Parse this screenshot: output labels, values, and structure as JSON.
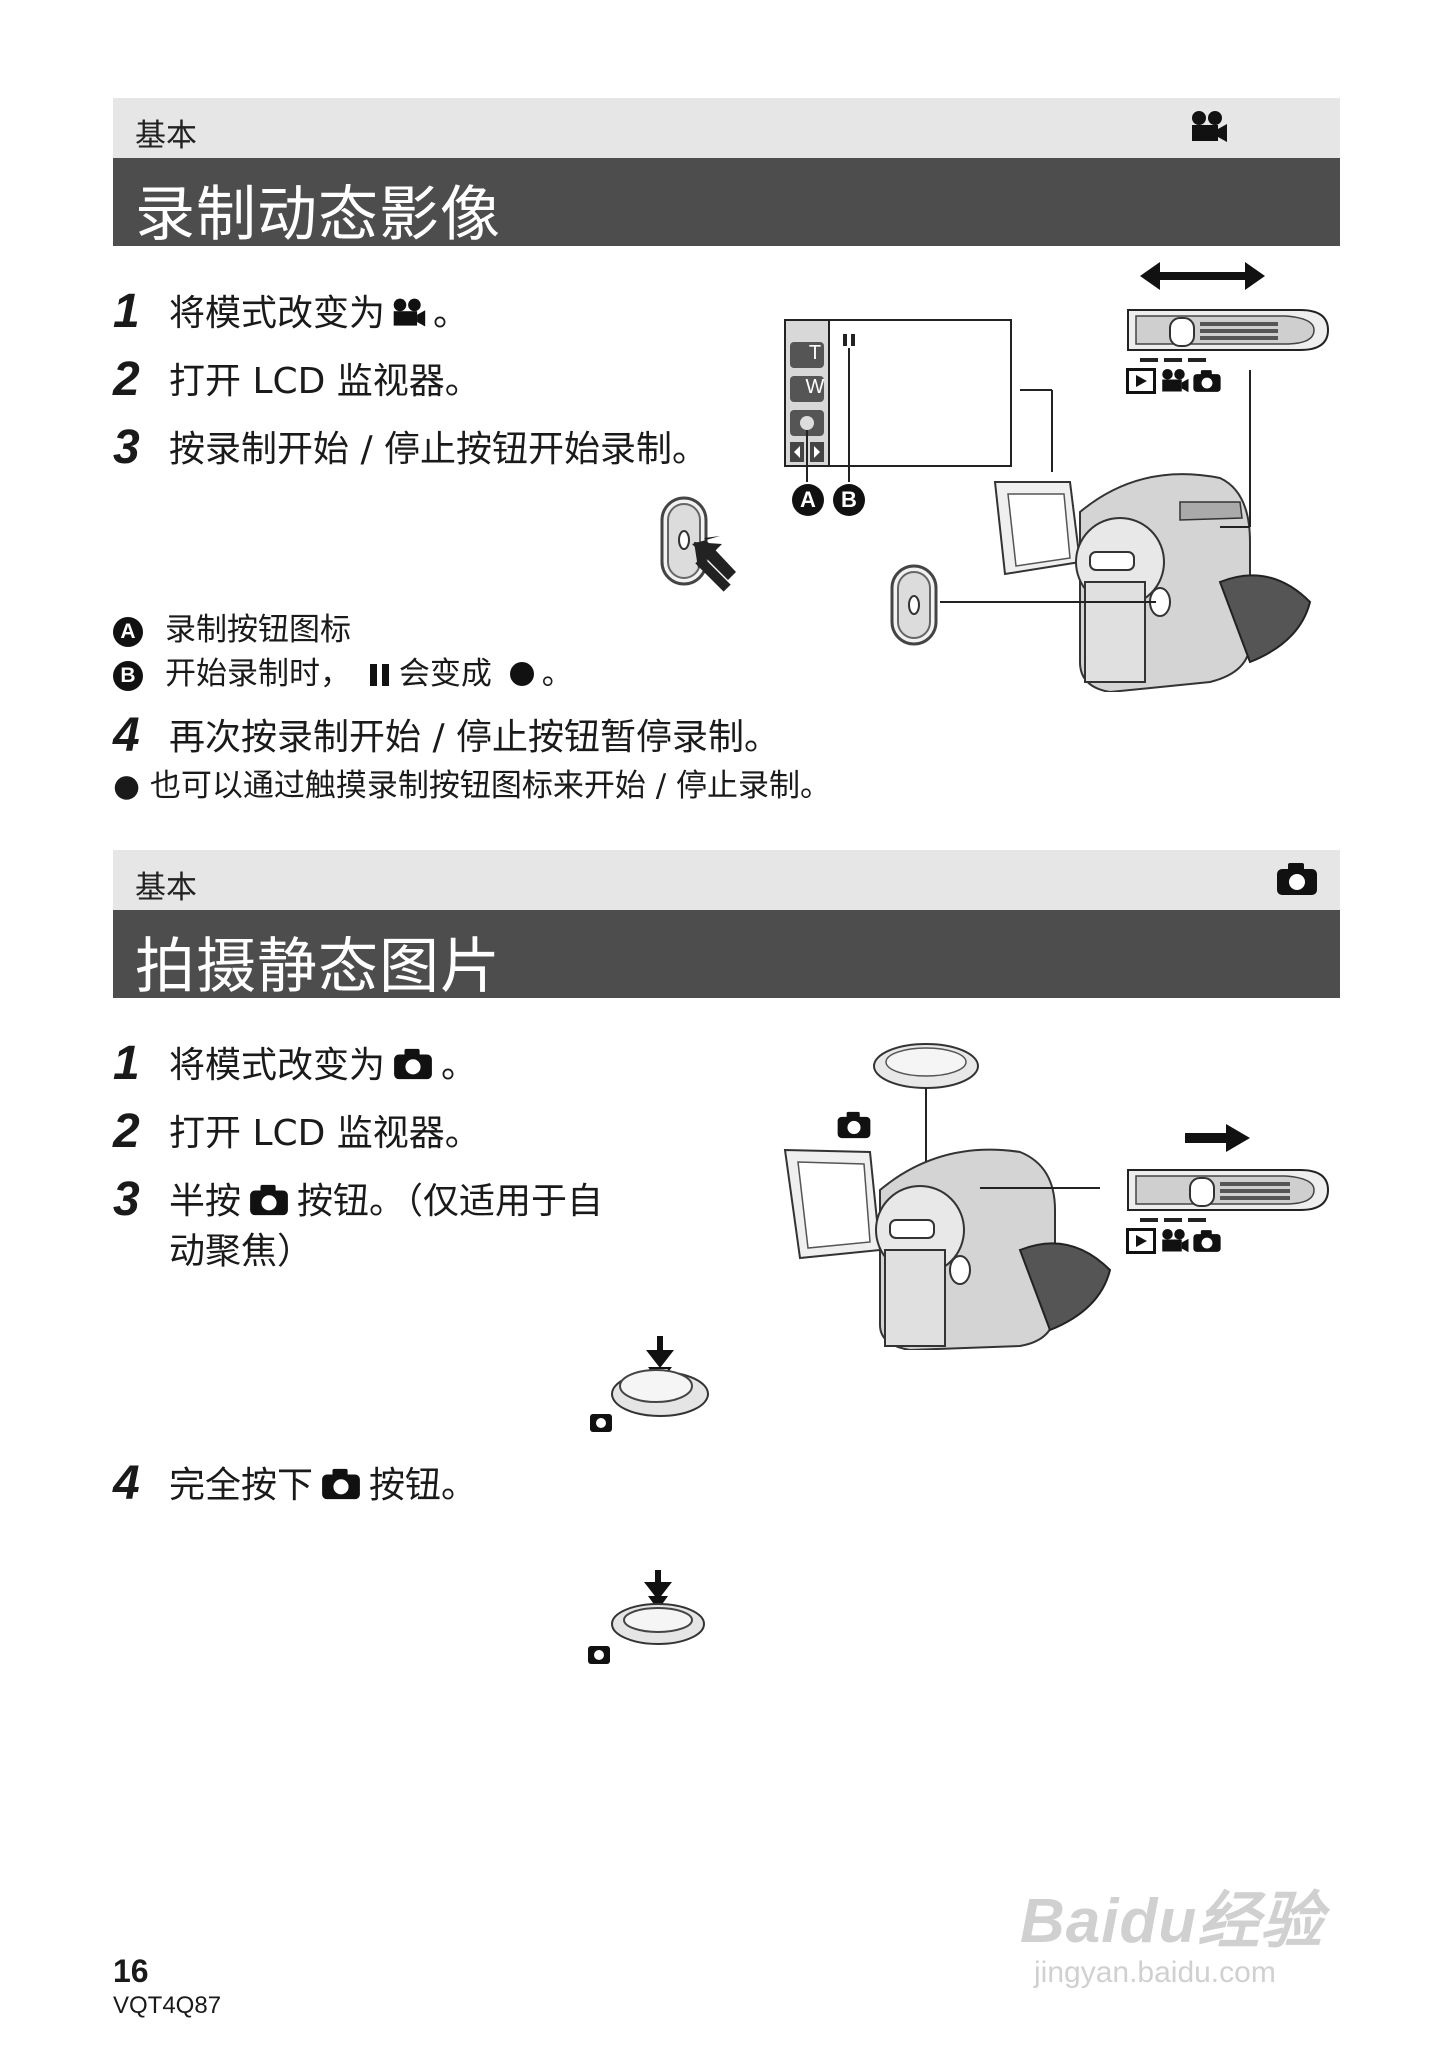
{
  "section1": {
    "category": "基本",
    "title": "录制动态影像",
    "steps": [
      {
        "num": "1",
        "text": "将模式改变为",
        "suffix": "。"
      },
      {
        "num": "2",
        "text": "打开 LCD 监视器。"
      },
      {
        "num": "3",
        "text": "按录制开始 / 停止按钮开始录制。"
      }
    ],
    "notes": [
      {
        "badge": "A",
        "text": "录制按钮图标"
      },
      {
        "badge": "B",
        "text": "开始录制时，",
        "mid": "会变成",
        "end": "。"
      }
    ],
    "step4": {
      "num": "4",
      "text": "再次按录制开始 / 停止按钮暂停录制。"
    },
    "bullet": "● 也可以通过触摸录制按钮图标来开始 / 停止录制。",
    "figure": {
      "zoom_t": "T",
      "zoom_w": "W",
      "label_a": "A",
      "label_b": "B"
    }
  },
  "section2": {
    "category": "基本",
    "title": "拍摄静态图片",
    "steps": [
      {
        "num": "1",
        "text": "将模式改变为",
        "suffix": "。"
      },
      {
        "num": "2",
        "text": "打开 LCD 监视器。"
      },
      {
        "num": "3",
        "text_a": "半按",
        "text_b": "按钮。（仅适用于自",
        "text_c": "动聚焦）"
      },
      {
        "num": "4",
        "text_a": "完全按下",
        "text_b": "按钮。"
      }
    ]
  },
  "footer": {
    "page_number": "16",
    "doc_code": "VQT4Q87"
  },
  "watermark": {
    "logo": "Baidu经验",
    "url": "jingyan.baidu.com"
  },
  "icons": [
    "movie-mode-icon",
    "photo-mode-icon",
    "pause-icon",
    "record-dot-icon",
    "play-icon"
  ]
}
